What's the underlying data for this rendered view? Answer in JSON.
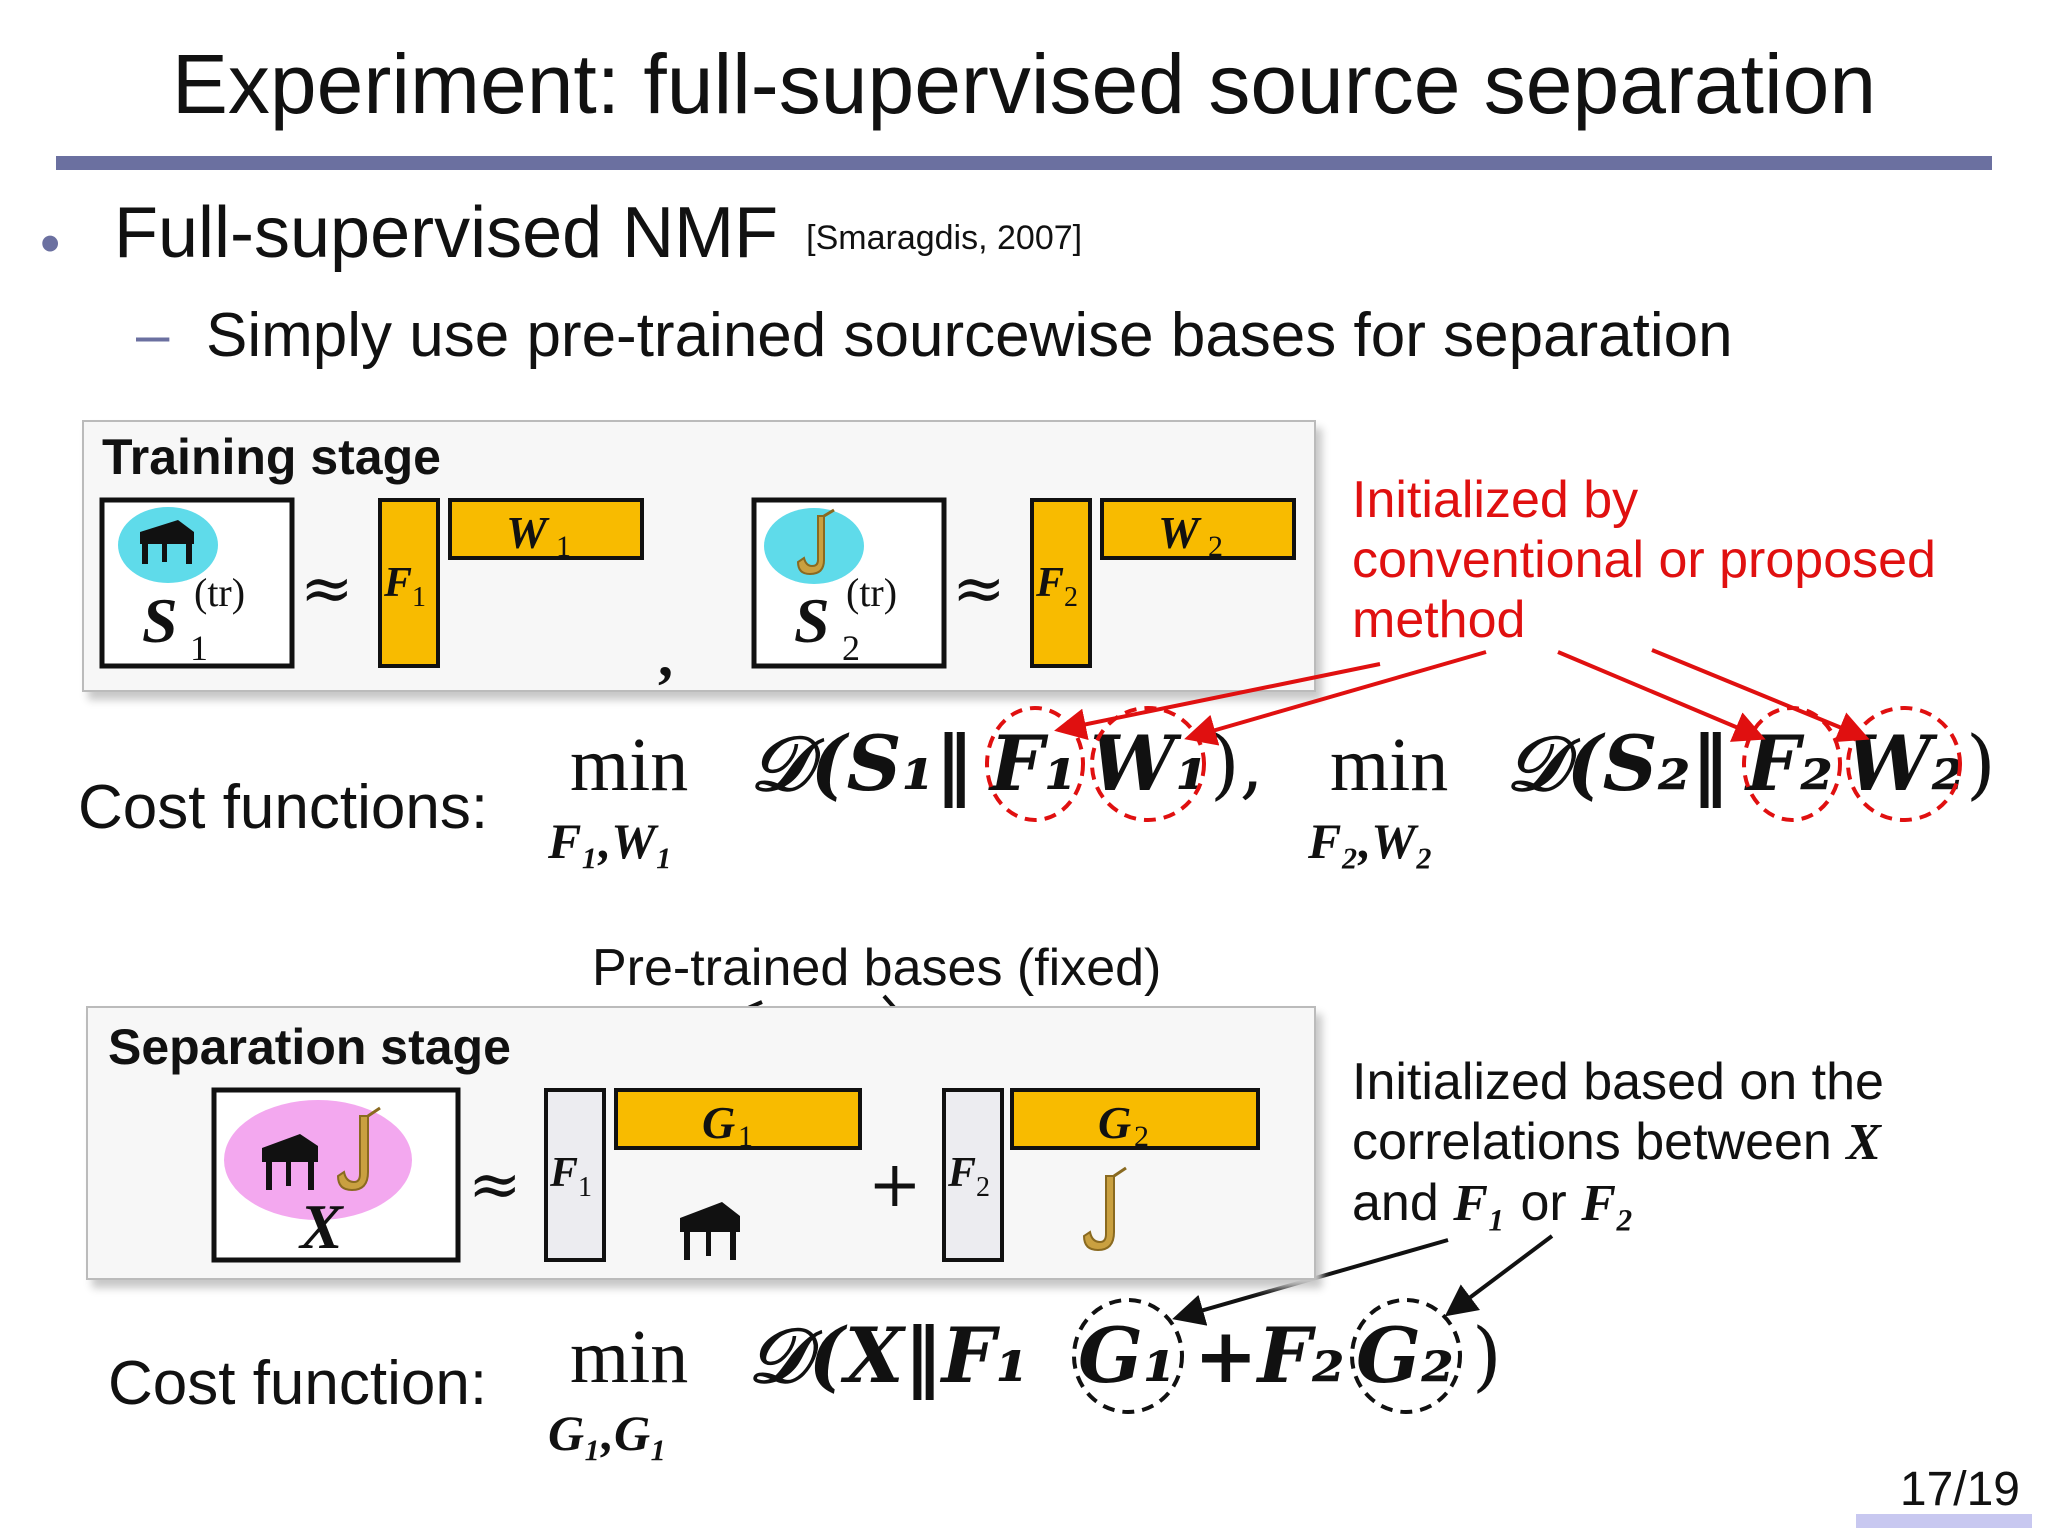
{
  "slide": {
    "title": "Experiment: full-supervised source separation",
    "page": "17/19"
  },
  "bullet": {
    "text": "Full-supervised NMF",
    "citation": "[Smaragdis, 2007]"
  },
  "sub_bullet": {
    "text": "Simply use pre-trained sourcewise bases for separation"
  },
  "training": {
    "label": "Training stage",
    "s1": "S",
    "s1_sub": "1",
    "s1_sup": "(tr)",
    "s2": "S",
    "s2_sub": "2",
    "s2_sup": "(tr)",
    "approx": "≈",
    "f1": "F",
    "f1_sub": "1",
    "f2": "F",
    "f2_sub": "2",
    "w1": "W",
    "w1_sub": "1",
    "w2": "W",
    "w2_sub": "2",
    "comma": ","
  },
  "training_note": [
    "Initialized by",
    "conventional or proposed",
    "method"
  ],
  "cost_functions": {
    "label": "Cost functions:",
    "min": "min",
    "sub1": "F₁,W₁",
    "sub2": "F₂,W₂",
    "expr1_pre": "𝒟(S₁‖",
    "expr1_f": "F₁",
    "expr1_w": "W₁",
    "expr1_post": "),",
    "expr2_pre": "𝒟(S₂‖",
    "expr2_f": "F₂",
    "expr2_w": "W₂",
    "expr2_post": ")"
  },
  "pretrained_label": "Pre-trained bases (fixed)",
  "separation": {
    "label": "Separation stage",
    "x": "X",
    "approx": "≈",
    "plus": "+",
    "f1": "F",
    "f1_sub": "1",
    "f2": "F",
    "f2_sub": "2",
    "g1": "G",
    "g1_sub": "1",
    "g2": "G",
    "g2_sub": "2"
  },
  "separation_note": {
    "line1": "Initialized based on the",
    "line2_text": "correlations between",
    "line2_sym": "X",
    "line3_and": "and",
    "line3_f1": "F₁",
    "line3_or": "or",
    "line3_f2": "F₂"
  },
  "cost_function": {
    "label": "Cost function:",
    "min": "min",
    "sub": "G₁,G₁",
    "expr_pre": "𝒟(X‖F₁",
    "expr_g1": "G₁",
    "expr_mid": "+F₂",
    "expr_g2": "G₂",
    "expr_post": ")"
  },
  "colors": {
    "accent": "#6b70a0",
    "basis_fill": "#f8bb00",
    "red": "#e01010",
    "piano_bg": "#5fdbea",
    "mix_bg": "#f3a8ef"
  },
  "icons": [
    "piano-icon",
    "saxophone-icon"
  ]
}
